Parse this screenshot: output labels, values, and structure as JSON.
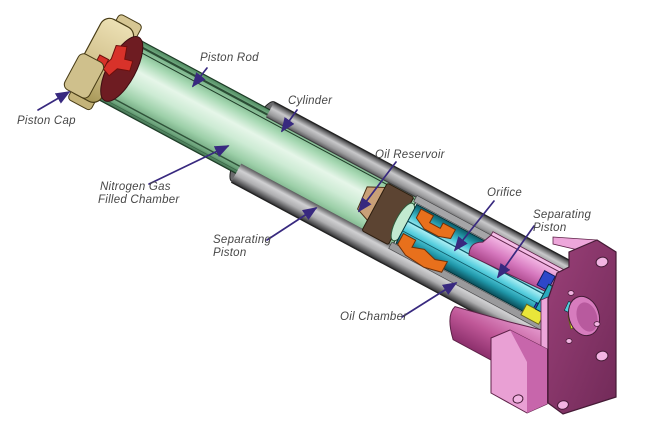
{
  "diagram": {
    "labels": {
      "piston_rod": "Piston Rod",
      "cylinder": "Cylinder",
      "piston_cap": "Piston Cap",
      "nitrogen_line1": "Nitrogen Gas",
      "nitrogen_line2": "Filled Chamber",
      "separating_left_line1": "Separating",
      "separating_left_line2": "Piston",
      "oil_reservoir": "Oil Reservoir",
      "orifice": "Orifice",
      "separating_right_line1": "Separating",
      "separating_right_line2": "Piston",
      "oil_chamber": "Oil Chamber"
    },
    "colors": {
      "arrow": "#38297f",
      "label_text": "#474747",
      "rod_green": "#a6d8b2",
      "cylinder_gray": "#9c9c9e",
      "oil_cyan": "#2fb0c2",
      "mount_pink_face": "#8c3a6e",
      "mount_pink_light": "#e9a0d4",
      "cap_tan": "#d6c693",
      "valve_red": "#d8322a",
      "seal_orange": "#e8701c",
      "separator_brown": "#5c4432",
      "gland_blue": "#2d47c9",
      "gland_yellow": "#e9e63a",
      "maroon": "#6e1c22"
    }
  }
}
